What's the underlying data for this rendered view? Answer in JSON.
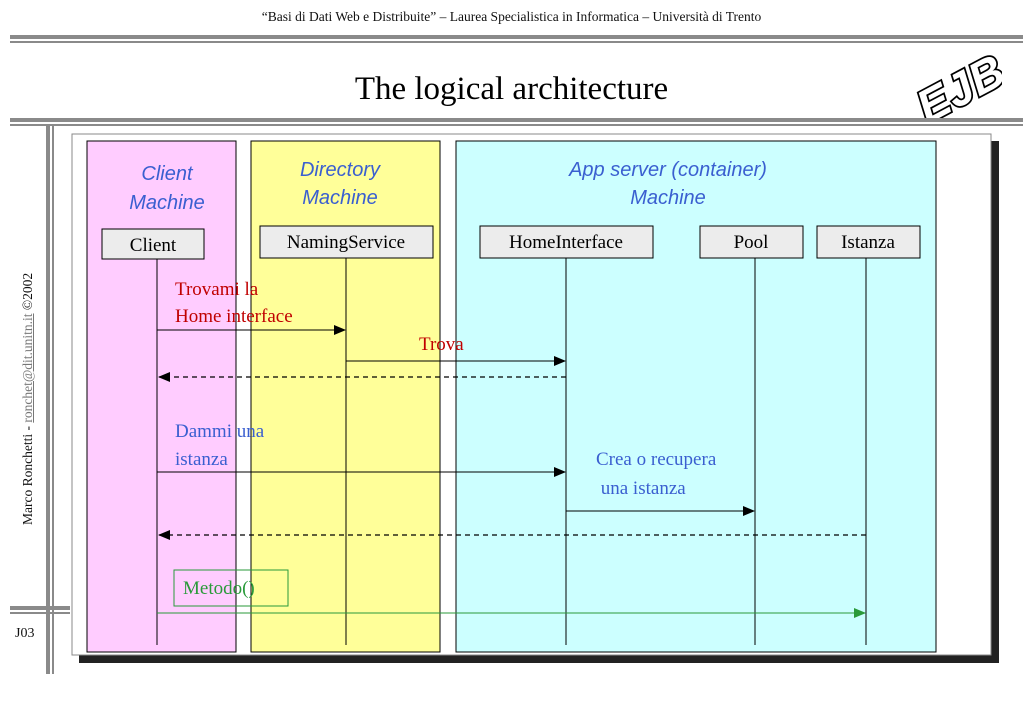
{
  "header": {
    "course_line": "“Basi di Dati Web e Distribuite” – Laurea Specialistica in Informatica – Università di Trento"
  },
  "title": "The logical architecture",
  "logo_text": "EJB",
  "sidebar": {
    "author": "Marco Ronchetti  -  ",
    "email": "ronchet@dit.unitn.it",
    "copyright": "  ©2002"
  },
  "slide_number": "J03",
  "colors": {
    "client_lane": "#ffccff",
    "directory_lane": "#ffff99",
    "server_lane": "#ccffff",
    "lane_title": "#3a5fd0",
    "red_message": "#c00000",
    "blue_message": "#3a5fd0",
    "green_message": "#2a9a3a"
  },
  "diagram": {
    "lanes": [
      {
        "id": "client",
        "title_line1": "Client",
        "title_line2": "Machine"
      },
      {
        "id": "directory",
        "title_line1": "Directory",
        "title_line2": "Machine"
      },
      {
        "id": "server",
        "title_line1": "App server (container)",
        "title_line2": "Machine"
      }
    ],
    "participants": [
      "Client",
      "NamingService",
      "HomeInterface",
      "Pool",
      "Istanza"
    ],
    "messages": {
      "find_home_line1": "Trovami la",
      "find_home_line2": "Home interface",
      "find": "Trova",
      "give_instance_line1": "Dammi una",
      "give_instance_line2": "istanza",
      "create_line1": "Crea o recupera",
      "create_line2": " una istanza",
      "method": "Metodo()"
    }
  }
}
